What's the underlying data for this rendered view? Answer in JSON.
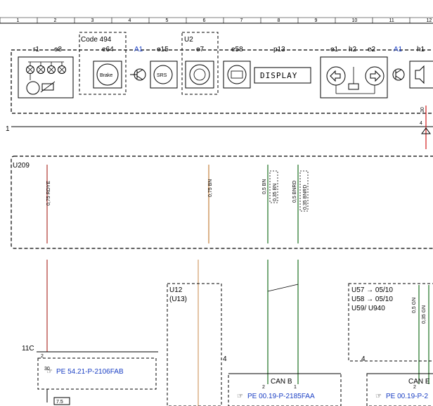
{
  "ruler": [
    "1",
    "2",
    "3",
    "4",
    "5",
    "6",
    "7",
    "8",
    "9",
    "10",
    "11",
    "12"
  ],
  "cluster": {
    "labels": {
      "r1": "r1",
      "e8": "e8",
      "code": "Code 494",
      "e64": "e64",
      "a1": "A1",
      "e15": "e15",
      "u2": "U2",
      "e7": "e7",
      "e58": "e58",
      "p13": "p13",
      "e1": "e1",
      "h2": "h2",
      "e2": "e2",
      "a1b": "A1",
      "h1": "h1"
    },
    "brake": "Brake",
    "srs": "SRS",
    "display": "DISPLAY",
    "connector_num": "1",
    "side_pin_top": "30",
    "side_pin_num": "4"
  },
  "u209": {
    "label": "U209",
    "wires": {
      "w1": "0,75 RDYE",
      "w2": "0,75 BN",
      "w3a": "0,5 BN",
      "w3b": "0,35 BN",
      "w4a": "0,5 BNRD",
      "w4b": "0,35 BNRD"
    }
  },
  "lower": {
    "conn11c": "11C",
    "pin2": "2",
    "pin30": "30",
    "ref1": "PE 54.21-P-2106FAB",
    "fuse": "7.5",
    "u12": "U12",
    "u13": "(U13)",
    "can_num": "4",
    "can_pin2": "2",
    "can_pin1": "1",
    "canb": "CAN B",
    "ref2": "PE 00.19-P-2185FAA",
    "u57": "U57 → 05/10",
    "u58": "U58 → 05/10",
    "u59": "U59/ U940",
    "gn1": "0,5 GN",
    "gn2": "0,35 GN",
    "can_num2": "4",
    "can_pin2b": "2",
    "cane": "CAN E",
    "ref3": "PE 00.19-P-2"
  },
  "colors": {
    "rdye": "#b5443f",
    "bn": "#c98a4b",
    "green": "#2e7d32",
    "link_blue": "#1a3fc4",
    "red": "#d11a1a"
  }
}
